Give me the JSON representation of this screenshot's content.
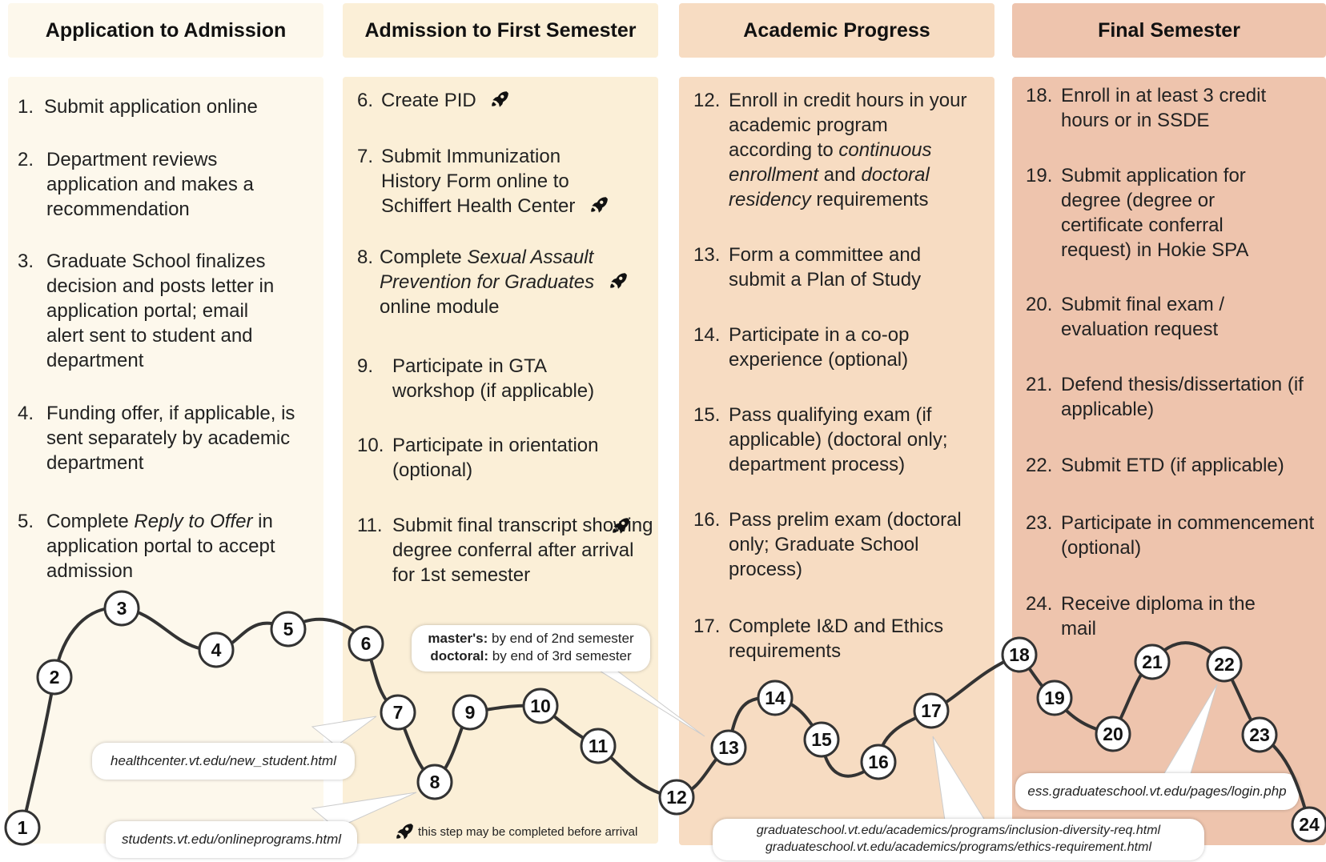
{
  "colors": {
    "col1": "#fdf8ec",
    "col2": "#fbefd7",
    "col3": "#f7dcc2",
    "col4": "#eec4ad",
    "road": "#333333"
  },
  "headers": [
    "Application to Admission",
    "Admission to First Semester",
    "Academic Progress",
    "Final Semester"
  ],
  "steps": {
    "s1": {
      "num": "1.",
      "text": "Submit application online"
    },
    "s2": {
      "num": "2.",
      "text": "Department reviews application and makes a recommendation"
    },
    "s3": {
      "num": "3.",
      "text": "Graduate School finalizes decision and posts letter in application portal; email alert sent to student and department"
    },
    "s4": {
      "num": "4.",
      "text": "Funding offer, if applicable, is sent separately by academic department"
    },
    "s5": {
      "num": "5.",
      "pre": "Complete ",
      "em": "Reply to Offer",
      "post": " in application portal to accept admission"
    },
    "s6": {
      "num": "6.",
      "text": "Create PID"
    },
    "s7": {
      "num": "7.",
      "text": "Submit Immunization History Form online to Schiffert Health Center"
    },
    "s8": {
      "num": "8.",
      "pre": "Complete ",
      "em": "Sexual Assault Prevention for Graduates",
      "post": " online module"
    },
    "s9": {
      "num": "9.",
      "text": "Participate in GTA workshop (if applicable)"
    },
    "s10": {
      "num": "10.",
      "text": "Participate in orientation (optional)"
    },
    "s11": {
      "num": "11.",
      "text": "Submit final transcript showing degree conferral after arrival for 1st semester"
    },
    "s12": {
      "num": "12.",
      "pre": "Enroll in credit hours in your academic program according to ",
      "em": "continuous enrollment",
      "mid": " and ",
      "em2": "doctoral residency",
      "post": " requirements"
    },
    "s13": {
      "num": "13.",
      "text": "Form a committee and submit a Plan of Study"
    },
    "s14": {
      "num": "14.",
      "text": "Participate in a co-op experience (optional)"
    },
    "s15": {
      "num": "15.",
      "text": "Pass qualifying exam (if applicable) (doctoral only; department process)"
    },
    "s16": {
      "num": "16.",
      "text": "Pass prelim exam (doctoral only; Graduate School process)"
    },
    "s17": {
      "num": "17.",
      "text": "Complete I&D and Ethics requirements"
    },
    "s18": {
      "num": "18.",
      "text": "Enroll in at least 3 credit hours or in SSDE"
    },
    "s19": {
      "num": "19.",
      "text": "Submit application for degree (degree or certificate conferral request) in Hokie SPA"
    },
    "s20": {
      "num": "20.",
      "text": "Submit final exam / evaluation request"
    },
    "s21": {
      "num": "21.",
      "text": "Defend thesis/dissertation (if applicable)"
    },
    "s22": {
      "num": "22.",
      "text": "Submit ETD (if applicable)"
    },
    "s23": {
      "num": "23.",
      "text": "Participate in commencement (optional)"
    },
    "s24": {
      "num": "24.",
      "text": "Receive diploma in the mail"
    }
  },
  "nodes": [
    "1",
    "2",
    "3",
    "4",
    "5",
    "6",
    "7",
    "8",
    "9",
    "10",
    "11",
    "12",
    "13",
    "14",
    "15",
    "16",
    "17",
    "18",
    "19",
    "20",
    "21",
    "22",
    "23",
    "24"
  ],
  "callouts": {
    "health": "healthcenter.vt.edu/new_student.html",
    "students": "students.vt.edu/onlineprograms.html",
    "ess": "ess.graduateschool.vt.edu/pages/login.php",
    "grad1": "graduateschool.vt.edu/academics/programs/inclusion-diversity-req.html",
    "grad2": "graduateschool.vt.edu/academics/programs/ethics-requirement.html",
    "masters_label": "master's:",
    "masters_text": " by end of 2nd semester",
    "doctoral_label": "doctoral:",
    "doctoral_text": " by end of 3rd semester"
  },
  "legend": {
    "icon": "rocket-icon",
    "text": "this step may be completed before arrival"
  }
}
